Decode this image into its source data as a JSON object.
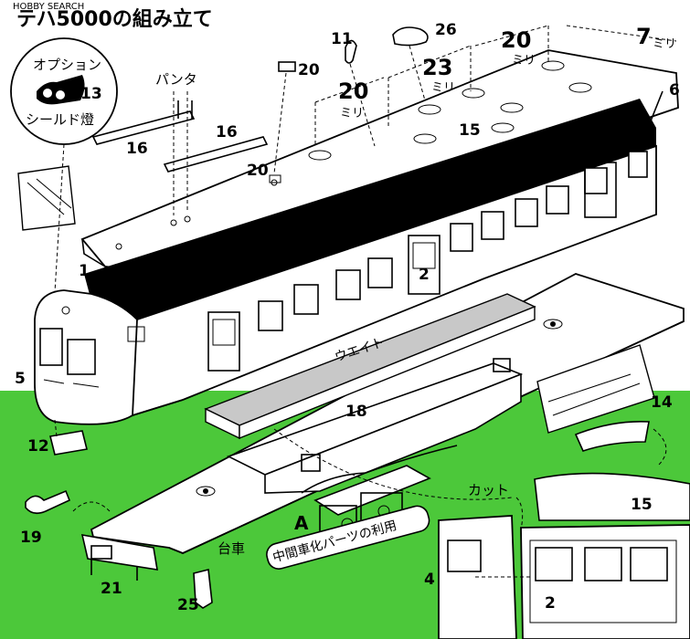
{
  "watermark": "HOBBY SEARCH",
  "title": "テハ5000の組み立て",
  "colors": {
    "background": "#ffffff",
    "green_band": "#4cc83a",
    "line": "#000000"
  },
  "option_callout": {
    "label": "オプション",
    "part": "13",
    "caption": "シールド燈"
  },
  "panta_label": "パンタ",
  "weight_label": "ウエイト",
  "bogie_label": "台車",
  "cut_label": "カット",
  "mid_car_note": "中間車化パーツの利用",
  "dimensions": [
    {
      "value": "20",
      "unit": "ミリ"
    },
    {
      "value": "23",
      "unit": "ミリ"
    },
    {
      "value": "20",
      "unit": "ミリ"
    },
    {
      "value": "7",
      "unit": "ミリ"
    }
  ],
  "parts": [
    "1",
    "2",
    "4",
    "5",
    "6",
    "11",
    "12",
    "14",
    "15",
    "16",
    "16",
    "18",
    "19",
    "20",
    "20",
    "21",
    "25",
    "26",
    "A",
    "2",
    "15"
  ]
}
